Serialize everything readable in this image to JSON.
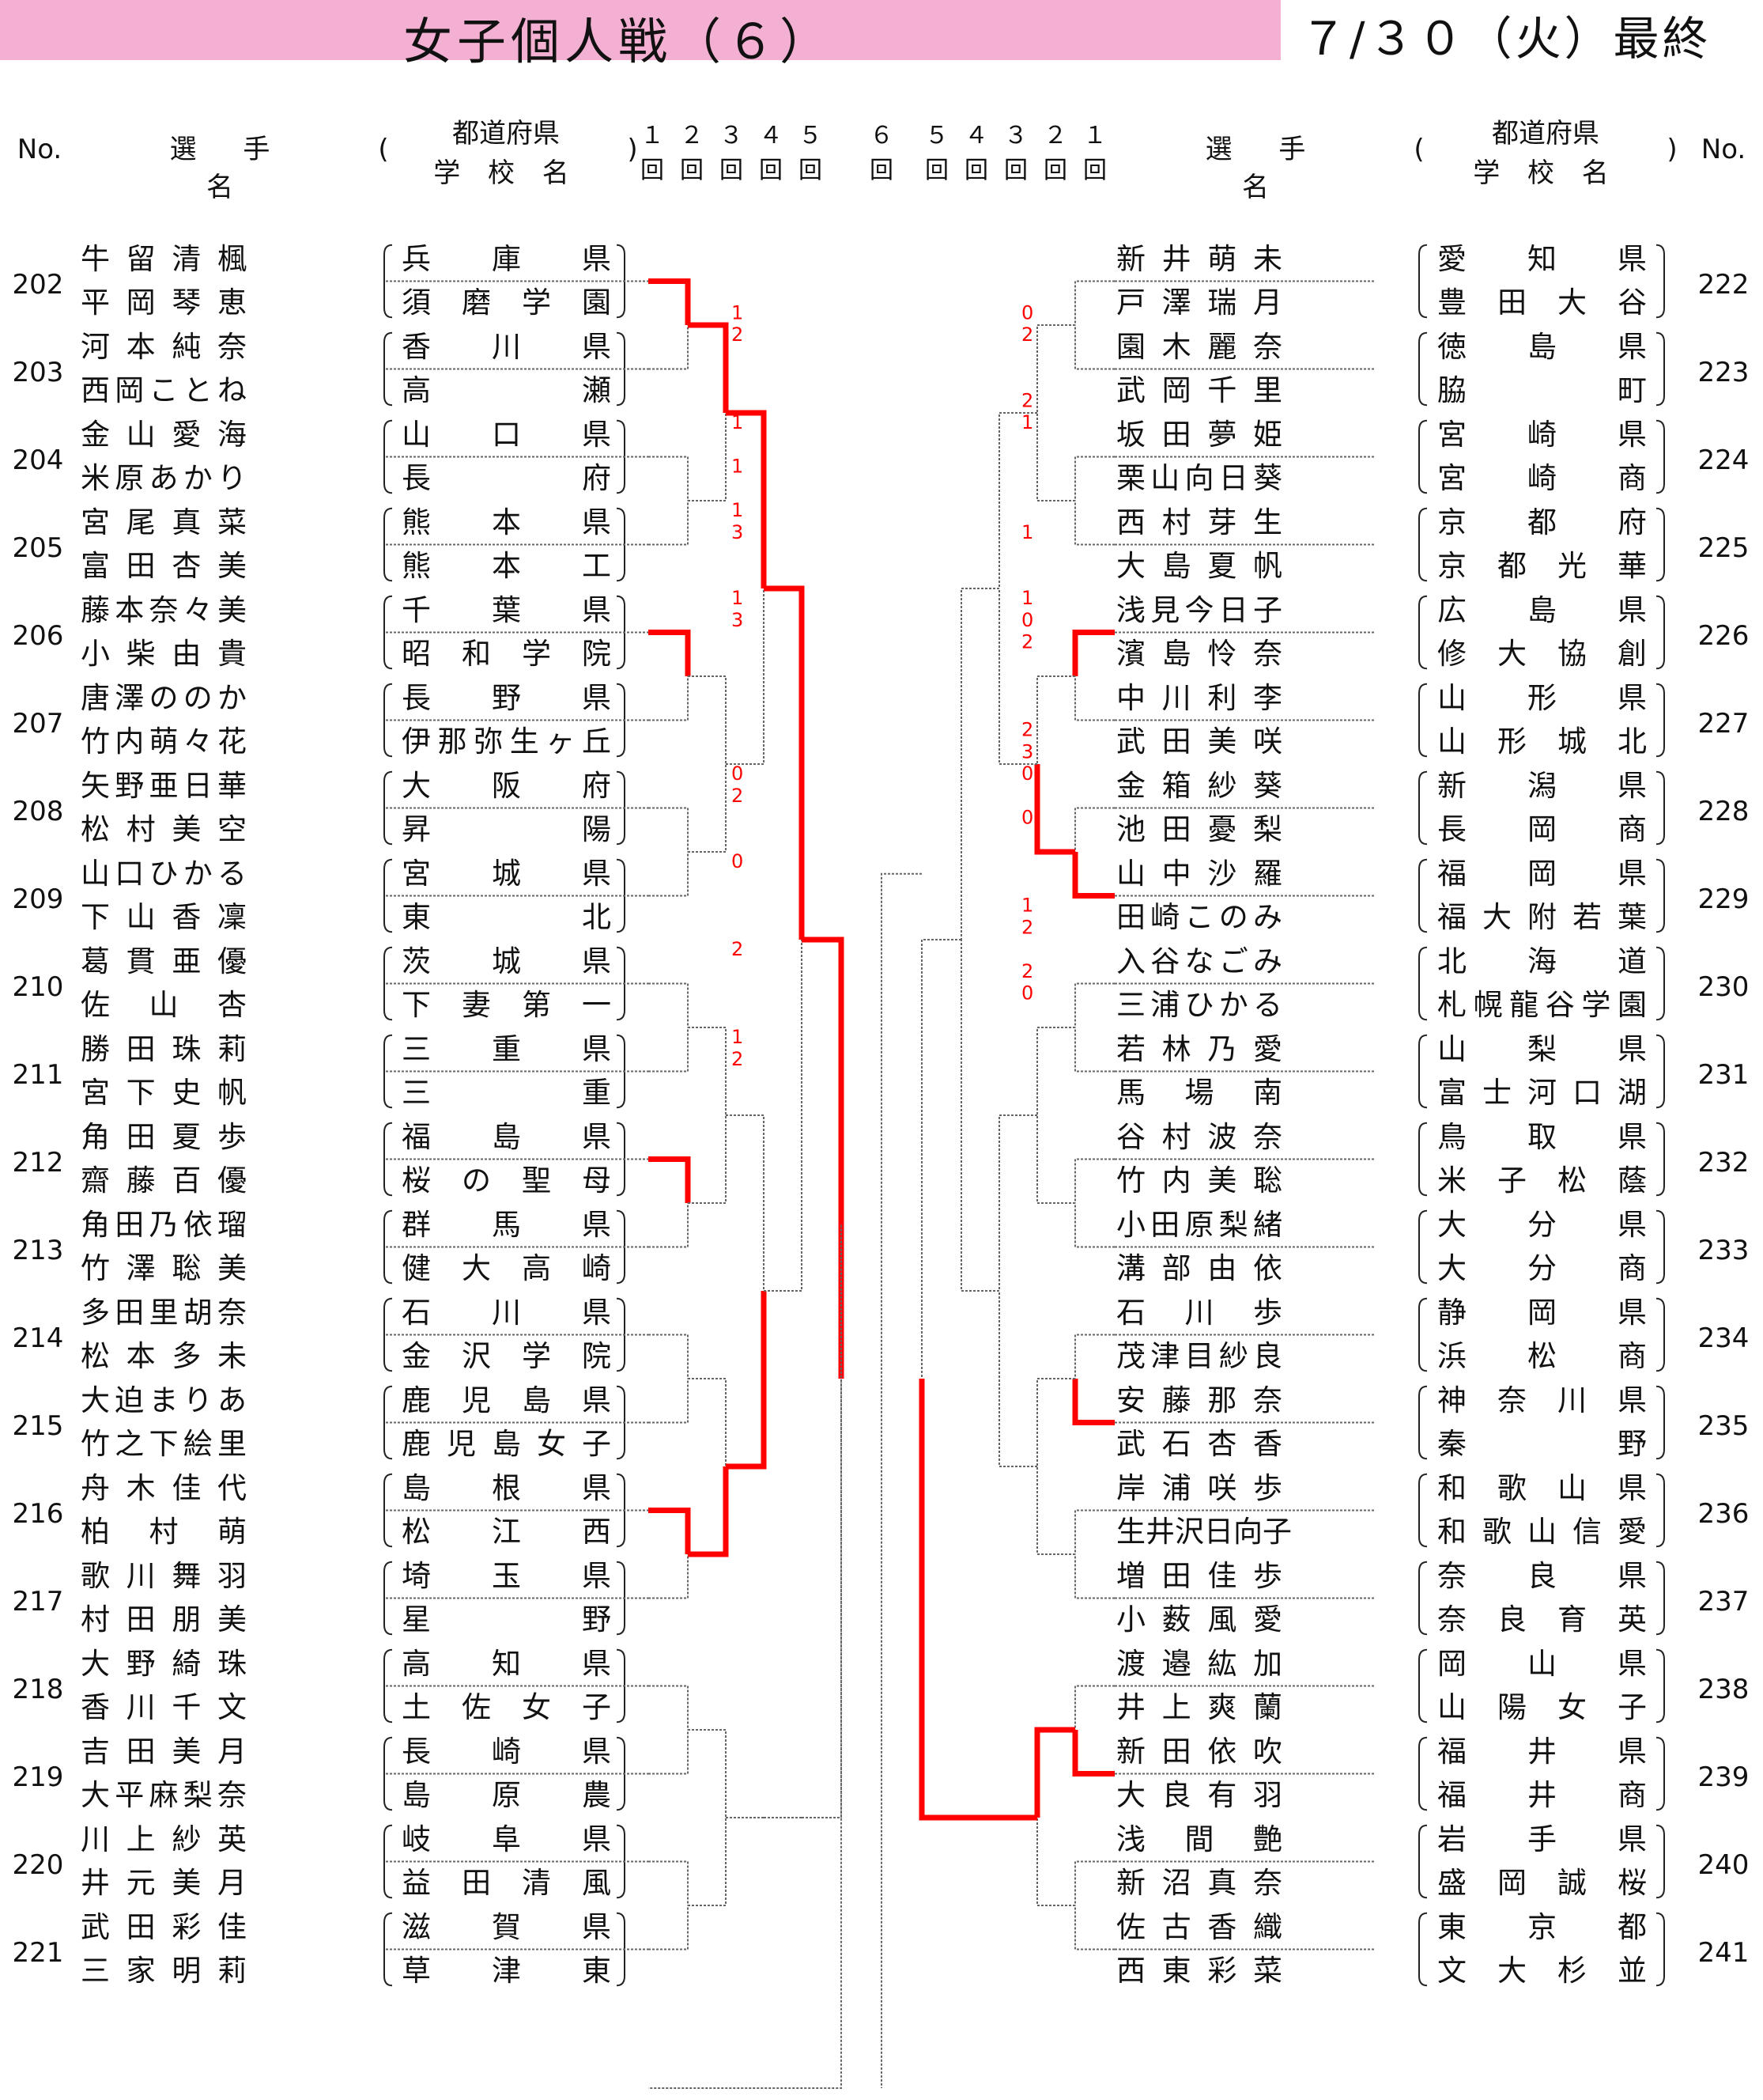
{
  "title": "女子個人戦（６）",
  "date": "７/３０（火）最終",
  "header": {
    "no": "No.",
    "player": "選 手 名",
    "pref": "都道府県",
    "school": "学 校 名",
    "open_paren": "(",
    "close_paren": ")",
    "rounds_left": [
      "１回",
      "２回",
      "３回",
      "４回",
      "５回"
    ],
    "round_center": "６回",
    "rounds_right": [
      "５回",
      "４回",
      "３回",
      "２回",
      "１回"
    ]
  },
  "left": [
    {
      "no": "202",
      "p1": "牛留清楓",
      "s1": "兵庫県",
      "p2": "平岡琴恵",
      "s2": "須磨学園"
    },
    {
      "no": "203",
      "p1": "河本純奈",
      "s1": "香川県",
      "p2": "西岡ことね",
      "s2": "高瀬"
    },
    {
      "no": "204",
      "p1": "金山愛海",
      "s1": "山口県",
      "p2": "米原あかり",
      "s2": "長府"
    },
    {
      "no": "205",
      "p1": "宮尾真菜",
      "s1": "熊本県",
      "p2": "富田杏美",
      "s2": "熊本工"
    },
    {
      "no": "206",
      "p1": "藤本奈々美",
      "s1": "千葉県",
      "p2": "小柴由貴",
      "s2": "昭和学院"
    },
    {
      "no": "207",
      "p1": "唐澤ののか",
      "s1": "長野県",
      "p2": "竹内萌々花",
      "s2": "伊那弥生ヶ丘"
    },
    {
      "no": "208",
      "p1": "矢野亜日華",
      "s1": "大阪府",
      "p2": "松村美空",
      "s2": "昇陽"
    },
    {
      "no": "209",
      "p1": "山口ひかる",
      "s1": "宮城県",
      "p2": "下山香凜",
      "s2": "東北"
    },
    {
      "no": "210",
      "p1": "葛貫亜優",
      "s1": "茨城県",
      "p2": "佐山杏",
      "s2": "下妻第一"
    },
    {
      "no": "211",
      "p1": "勝田珠莉",
      "s1": "三重県",
      "p2": "宮下史帆",
      "s2": "三重"
    },
    {
      "no": "212",
      "p1": "角田夏歩",
      "s1": "福島県",
      "p2": "齋藤百優",
      "s2": "桜の聖母"
    },
    {
      "no": "213",
      "p1": "角田乃依瑠",
      "s1": "群馬県",
      "p2": "竹澤聡美",
      "s2": "健大高崎"
    },
    {
      "no": "214",
      "p1": "多田里胡奈",
      "s1": "石川県",
      "p2": "松本多未",
      "s2": "金沢学院"
    },
    {
      "no": "215",
      "p1": "大迫まりあ",
      "s1": "鹿児島県",
      "p2": "竹之下絵里",
      "s2": "鹿児島女子"
    },
    {
      "no": "216",
      "p1": "舟木佳代",
      "s1": "島根県",
      "p2": "柏村萌",
      "s2": "松江西"
    },
    {
      "no": "217",
      "p1": "歌川舞羽",
      "s1": "埼玉県",
      "p2": "村田朋美",
      "s2": "星野"
    },
    {
      "no": "218",
      "p1": "大野綺珠",
      "s1": "高知県",
      "p2": "香川千文",
      "s2": "土佐女子"
    },
    {
      "no": "219",
      "p1": "吉田美月",
      "s1": "長崎県",
      "p2": "大平麻梨奈",
      "s2": "島原農"
    },
    {
      "no": "220",
      "p1": "川上紗英",
      "s1": "岐阜県",
      "p2": "井元美月",
      "s2": "益田清風"
    },
    {
      "no": "221",
      "p1": "武田彩佳",
      "s1": "滋賀県",
      "p2": "三家明莉",
      "s2": "草津東"
    }
  ],
  "right": [
    {
      "no": "222",
      "p1": "新井萌未",
      "s1": "愛知県",
      "p2": "戸澤瑞月",
      "s2": "豊田大谷"
    },
    {
      "no": "223",
      "p1": "園木麗奈",
      "s1": "徳島県",
      "p2": "武岡千里",
      "s2": "脇町"
    },
    {
      "no": "224",
      "p1": "坂田夢姫",
      "s1": "宮崎県",
      "p2": "栗山向日葵",
      "s2": "宮崎商"
    },
    {
      "no": "225",
      "p1": "西村芽生",
      "s1": "京都府",
      "p2": "大島夏帆",
      "s2": "京都光華"
    },
    {
      "no": "226",
      "p1": "浅見今日子",
      "s1": "広島県",
      "p2": "濱島怜奈",
      "s2": "修大協創"
    },
    {
      "no": "227",
      "p1": "中川利李",
      "s1": "山形県",
      "p2": "武田美咲",
      "s2": "山形城北"
    },
    {
      "no": "228",
      "p1": "金箱紗葵",
      "s1": "新潟県",
      "p2": "池田憂梨",
      "s2": "長岡商"
    },
    {
      "no": "229",
      "p1": "山中沙羅",
      "s1": "福岡県",
      "p2": "田崎このみ",
      "s2": "福大附若葉"
    },
    {
      "no": "230",
      "p1": "入谷なごみ",
      "s1": "北海道",
      "p2": "三浦ひかる",
      "s2": "札幌龍谷学園"
    },
    {
      "no": "231",
      "p1": "若林乃愛",
      "s1": "山梨県",
      "p2": "馬場南",
      "s2": "富士河口湖"
    },
    {
      "no": "232",
      "p1": "谷村波奈",
      "s1": "鳥取県",
      "p2": "竹内美聡",
      "s2": "米子松蔭"
    },
    {
      "no": "233",
      "p1": "小田原梨緒",
      "s1": "大分県",
      "p2": "溝部由依",
      "s2": "大分商"
    },
    {
      "no": "234",
      "p1": "石川歩",
      "s1": "静岡県",
      "p2": "茂津目紗良",
      "s2": "浜松商"
    },
    {
      "no": "235",
      "p1": "安藤那奈",
      "s1": "神奈川県",
      "p2": "武石杏香",
      "s2": "秦野"
    },
    {
      "no": "236",
      "p1": "岸浦咲歩",
      "s1": "和歌山県",
      "p2": "生井沢日向子",
      "s2": "和歌山信愛"
    },
    {
      "no": "237",
      "p1": "増田佳歩",
      "s1": "奈良県",
      "p2": "小薮風愛",
      "s2": "奈良育英"
    },
    {
      "no": "238",
      "p1": "渡邉紘加",
      "s1": "岡山県",
      "p2": "井上爽蘭",
      "s2": "山陽女子"
    },
    {
      "no": "239",
      "p1": "新田依吹",
      "s1": "福井県",
      "p2": "大良有羽",
      "s2": "福井商"
    },
    {
      "no": "240",
      "p1": "浅間艶",
      "s1": "岩手県",
      "p2": "新沼真奈",
      "s2": "盛岡誠桜"
    },
    {
      "no": "241",
      "p1": "佐古香織",
      "s1": "東京都",
      "p2": "西東彩菜",
      "s2": "文大杉並"
    }
  ],
  "scores": {
    "left": [
      {
        "row": 3,
        "v": "1"
      },
      {
        "row": 4,
        "v": "2"
      },
      {
        "row": 8,
        "v": "1"
      },
      {
        "row": 10,
        "v": "1"
      },
      {
        "row": 12,
        "v": "1"
      },
      {
        "row": 13,
        "v": "3"
      },
      {
        "row": 16,
        "v": "1"
      },
      {
        "row": 17,
        "v": "3"
      },
      {
        "row": 24,
        "v": "0"
      },
      {
        "row": 25,
        "v": "2"
      },
      {
        "row": 28,
        "v": "0"
      },
      {
        "row": 32,
        "v": "2"
      },
      {
        "row": 36,
        "v": "1"
      },
      {
        "row": 37,
        "v": "2"
      }
    ],
    "right": [
      {
        "row": 3,
        "v": "0"
      },
      {
        "row": 4,
        "v": "2"
      },
      {
        "row": 7,
        "v": "2"
      },
      {
        "row": 8,
        "v": "1"
      },
      {
        "row": 13,
        "v": "1"
      },
      {
        "row": 16,
        "v": "1"
      },
      {
        "row": 17,
        "v": "0"
      },
      {
        "row": 18,
        "v": "2"
      },
      {
        "row": 22,
        "v": "2"
      },
      {
        "row": 23,
        "v": "3"
      },
      {
        "row": 24,
        "v": "0"
      },
      {
        "row": 26,
        "v": "0"
      },
      {
        "row": 30,
        "v": "1"
      },
      {
        "row": 31,
        "v": "2"
      },
      {
        "row": 33,
        "v": "2"
      },
      {
        "row": 34,
        "v": "0"
      }
    ]
  },
  "colors": {
    "title_bg": "#f4b0d2",
    "winner_line": "#ff0000",
    "bracket_line": "#666666"
  }
}
